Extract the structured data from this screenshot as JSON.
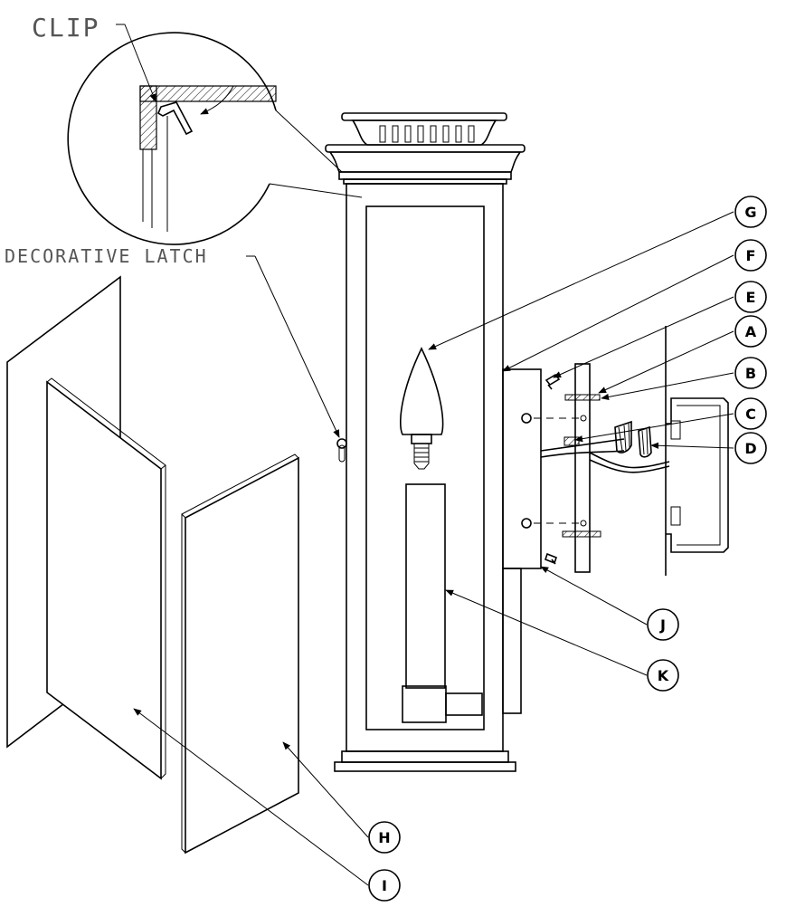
{
  "notes": {
    "clip": "CLIP",
    "latch": "DECORATIVE LATCH"
  },
  "callouts": {
    "A": "A",
    "B": "B",
    "C": "C",
    "D": "D",
    "E": "E",
    "F": "F",
    "G": "G",
    "H": "H",
    "I": "I",
    "J": "J",
    "K": "K"
  }
}
